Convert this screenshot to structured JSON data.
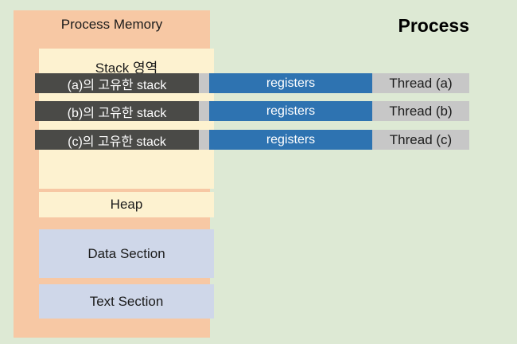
{
  "diagram": {
    "process_label": "Process",
    "process_memory": {
      "title": "Process Memory",
      "stack_region_title": "Stack 영역",
      "heap_label": "Heap",
      "data_section_label": "Data Section",
      "text_section_label": "Text Section"
    },
    "threads": [
      {
        "stack_label": "(a)의 고유한 stack",
        "registers_label": "registers",
        "thread_label": "Thread (a)"
      },
      {
        "stack_label": "(b)의 고유한 stack",
        "registers_label": "registers",
        "thread_label": "Thread (b)"
      },
      {
        "stack_label": "(c)의 고유한 stack",
        "registers_label": "registers",
        "thread_label": "Thread (c)"
      }
    ],
    "colors": {
      "background": "#dde9d4",
      "process_memory_fill": "#f7c8a4",
      "stack_region_fill": "#fdf2d0",
      "stack_bar_fill": "#4a4a47",
      "registers_fill": "#2e73b1",
      "thread_fill": "#c7c7c7",
      "section_fill": "#cfd7e9",
      "text_dark": "#1b1b1b",
      "text_light": "#ffffff"
    }
  }
}
